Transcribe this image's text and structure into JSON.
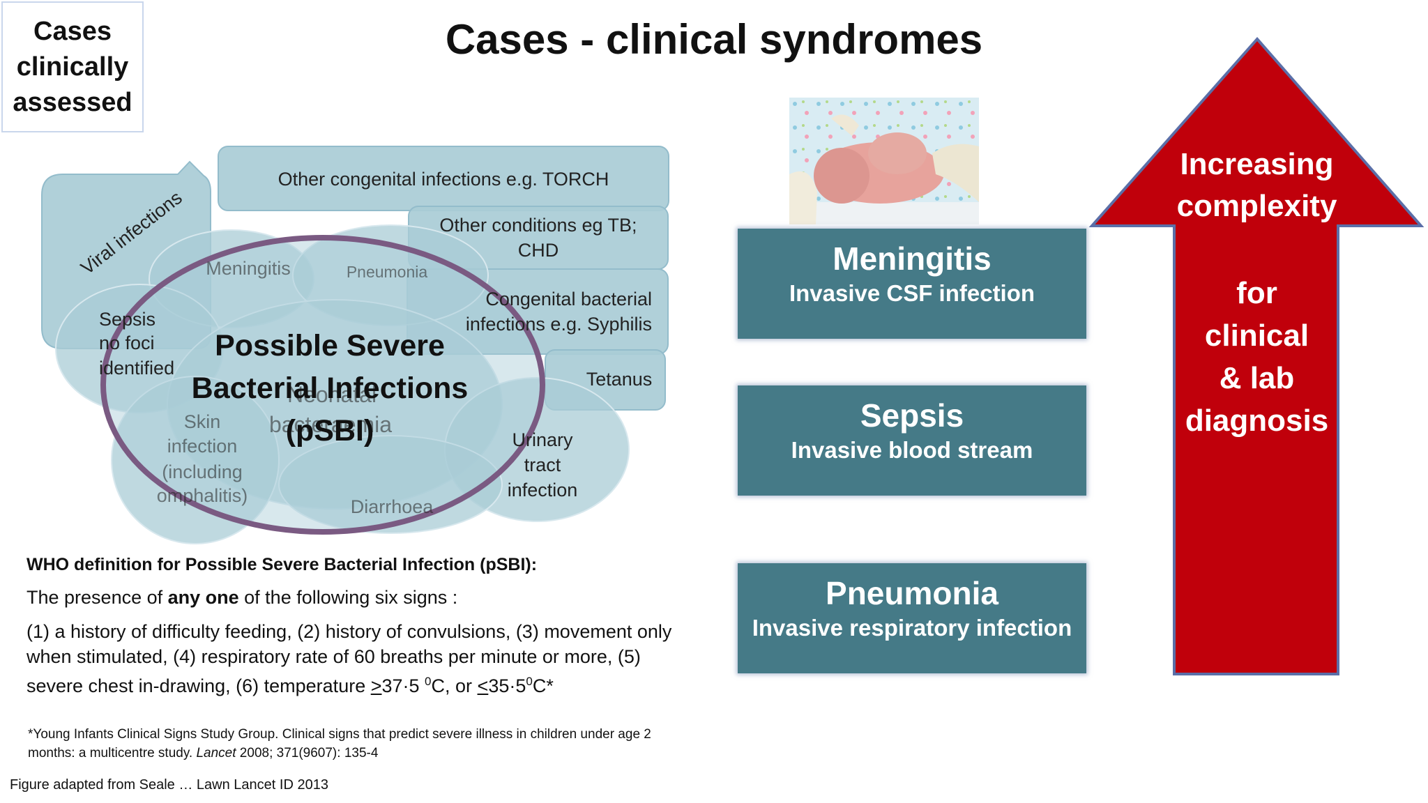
{
  "corner_label": "Cases clinically assessed",
  "title": "Cases - clinical syndromes",
  "venn": {
    "viral": "Viral infections",
    "torch": "Other congenital infections e.g. TORCH",
    "other_cond_l1": "Other conditions eg TB;",
    "other_cond_l2": "CHD",
    "cong_bact_l1": "Congenital bacterial",
    "cong_bact_l2": "infections e.g. Syphilis",
    "tetanus": "Tetanus",
    "meningitis": "Meningitis",
    "pneumonia": "Pneumonia",
    "sepsis_l1": "Sepsis",
    "sepsis_l2": "no foci",
    "sepsis_l3": "identified",
    "neo_l1": "Neonatal",
    "neo_l2": "bacteraemia",
    "skin_l1": "Skin",
    "skin_l2": "infection",
    "skin_l3": "(including",
    "skin_l4": "omphalitis)",
    "uti_l1": "Urinary",
    "uti_l2": "tract",
    "uti_l3": "infection",
    "diarrhoea": "Diarrhoea",
    "psbi_l1": "Possible Severe",
    "psbi_l2": "Bacterial Infections",
    "psbi_l3": "(pSBI)"
  },
  "who": {
    "title": "WHO definition for Possible Severe Bacterial Infection (pSBI):",
    "intro_pre": "The presence of ",
    "intro_bold": "any one",
    "intro_post": " of the following six signs :",
    "signs_l1": "(1) a history of difficulty feeding, (2) history of convulsions, (3) movement only",
    "signs_l2": "when stimulated, (4) respiratory rate of 60 breaths per minute or more, (5)",
    "signs_l3_a": "severe chest in-drawing, (6) temperature ",
    "ge": ">",
    "temp1": "37·5 ",
    "sup0": "0",
    "c_or": "C, or ",
    "le": "<",
    "temp2": "35·5",
    "c_star": "C*"
  },
  "reference": {
    "l1": "*Young Infants Clinical Signs Study Group. Clinical signs that predict severe illness in children under age 2",
    "l2_a": "months: a multicentre study. ",
    "l2_journal": "Lancet",
    "l2_b": " 2008; 371(9607): 135-4"
  },
  "figure_source": "Figure adapted from Seale … Lawn Lancet ID 2013",
  "syndromes": [
    {
      "name": "Meningitis",
      "desc": "Invasive CSF infection"
    },
    {
      "name": "Sepsis",
      "desc": "Invasive blood stream"
    },
    {
      "name": "Pneumonia",
      "desc": "Invasive respiratory infection"
    }
  ],
  "arrow": {
    "l1": "Increasing",
    "l2": "complexity",
    "l3": "for",
    "l4": "clinical",
    "l5": "& lab",
    "l6": "diagnosis"
  },
  "colors": {
    "venn_fill": "#a9ccd6",
    "venn_border": "#93bccb",
    "psbi_ring": "#7a5a82",
    "syndrome_box": "#457a87",
    "arrow_fill": "#c0000b",
    "arrow_outline": "#5b6fa8"
  }
}
